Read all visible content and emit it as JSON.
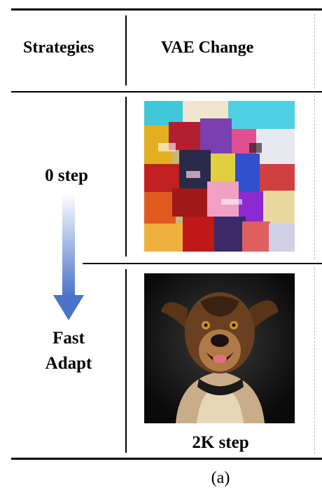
{
  "table": {
    "header": {
      "strategies": "Strategies",
      "vae_change": "VAE Change"
    },
    "rows": [
      {
        "strategy_label": "0 step"
      },
      {
        "strategy_label_line1": "Fast",
        "strategy_label_line2": "Adapt",
        "result_caption": "2K step"
      }
    ]
  },
  "figure": {
    "panel_label": "(a)"
  },
  "colors": {
    "arrow_top": "#ffffff",
    "arrow_bottom": "#4a73c9",
    "rules": "#000000",
    "dashed_divider": "#b8b8b8"
  }
}
